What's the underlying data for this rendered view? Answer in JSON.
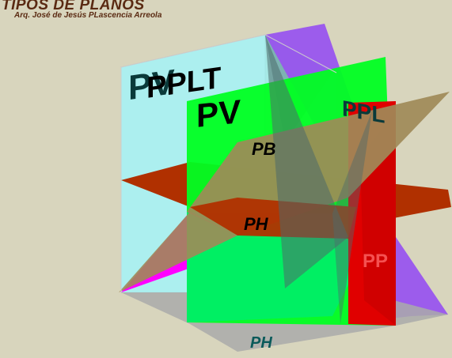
{
  "header": {
    "title": "TIPOS DE PLANOS",
    "author": "Arq. José de Jesús PLascencia Arreola"
  },
  "labels": {
    "pv_back": "PV",
    "pplt": "PPLT",
    "pv_front": "PV",
    "ppl": "PPL",
    "pb": "PB",
    "ph": "PH",
    "pp": "PP",
    "ph_bottom": "PH"
  },
  "colors": {
    "background": "#d8d5bd",
    "title": "#5a2a12",
    "plane_vertical": "#00ff22",
    "plane_horizontal": "#b03000",
    "plane_oblique": "#a08a58",
    "plane_cyan": "#9eecec",
    "plane_purple": "#9955ee",
    "plane_red": "#e00000",
    "plane_magenta": "#ff00ff"
  }
}
